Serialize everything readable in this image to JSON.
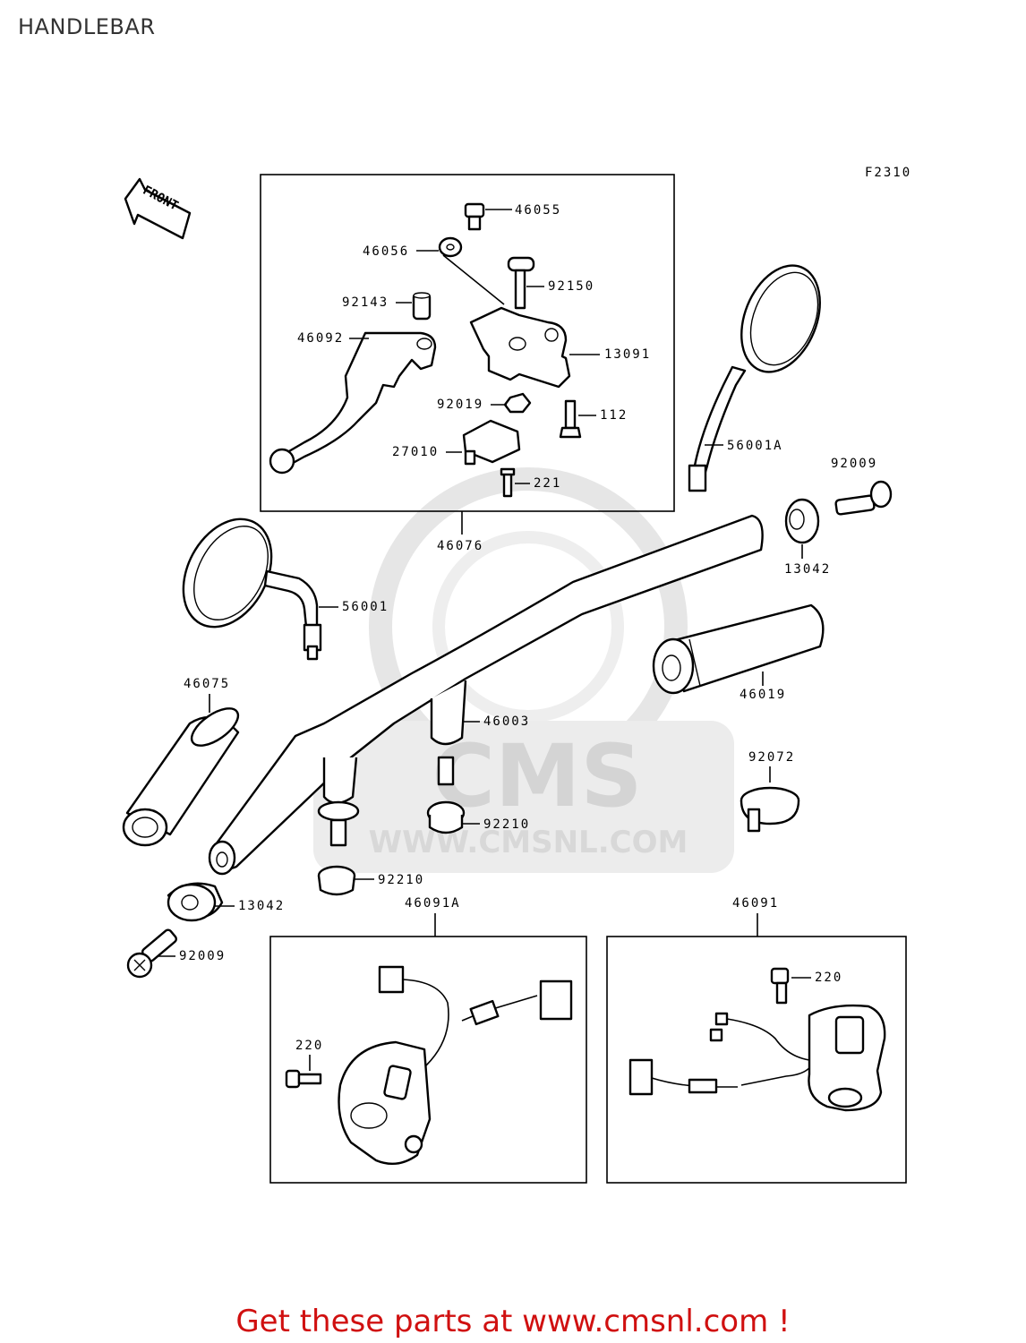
{
  "header": {
    "title": "HANDLEBAR"
  },
  "figure_code": "F2310",
  "front_label": "FRONT",
  "watermark": {
    "brand": "CMS",
    "url": "WWW.CMSNL.COM"
  },
  "parts": {
    "p46055": "46055",
    "p46056": "46056",
    "p92150": "92150",
    "p92143": "92143",
    "p46092": "46092",
    "p13091": "13091",
    "p92019": "92019",
    "p112": "112",
    "p27010": "27010",
    "p221": "221",
    "p46076": "46076",
    "p56001A": "56001A",
    "p92009_top": "92009",
    "p13042_top": "13042",
    "p56001": "56001",
    "p46019": "46019",
    "p46075": "46075",
    "p46003": "46003",
    "p92072": "92072",
    "p92210_a": "92210",
    "p92210_b": "92210",
    "p13042_bot": "13042",
    "p92009_bot": "92009",
    "p46091A": "46091A",
    "p46091": "46091",
    "p220_left": "220",
    "p220_right": "220"
  },
  "footer": {
    "link_text": "Get these parts at www.cmsnl.com !"
  },
  "colors": {
    "footer_text": "#d01010",
    "line": "#000000",
    "watermark": "#e3e3e3"
  }
}
